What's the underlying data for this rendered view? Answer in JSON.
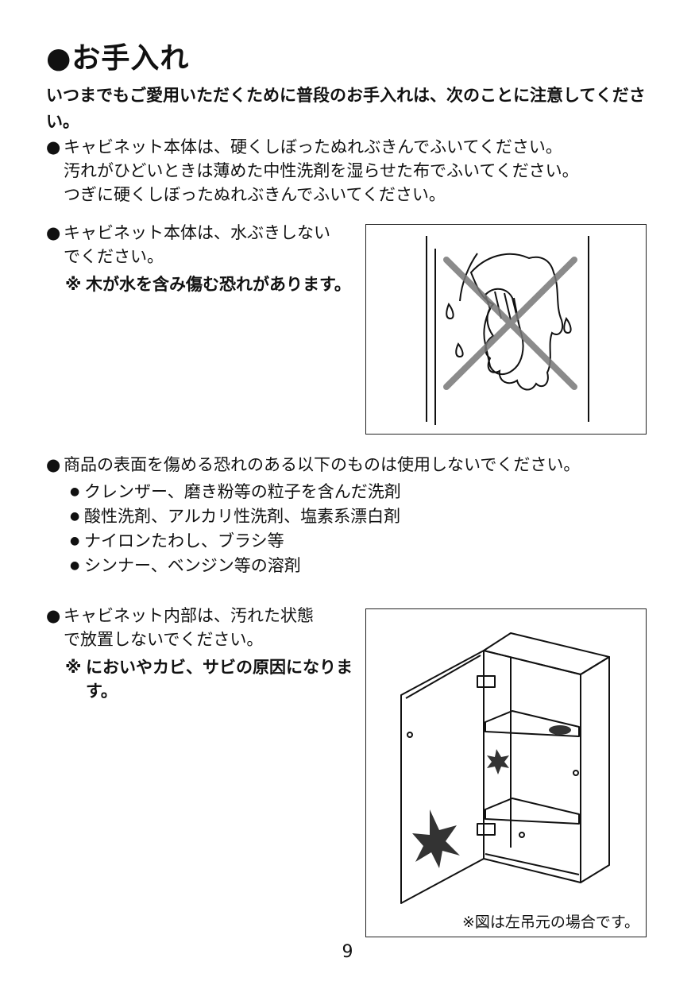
{
  "title": "●お手入れ",
  "intro": "いつまでもご愛用いただくために普段のお手入れは、次のことに注意してください。",
  "bullet_mark": "●",
  "items": [
    {
      "lines": [
        "キャビネット本体は、硬くしぼったぬれぶきんでふいてください。",
        "汚れがひどいときは薄めた中性洗剤を湿らせた布でふいてください。",
        "つぎに硬くしぼったぬれぶきんでふいてください。"
      ]
    },
    {
      "lines": [
        "キャビネット本体は、水ぶきしない",
        "でください。"
      ],
      "note_mark": "※",
      "note": "木が水を含み傷む恐れがあります。"
    },
    {
      "lines": [
        "商品の表面を傷める恐れのある以下のものは使用しないでください。"
      ],
      "sub_mark": "●",
      "subitems": [
        "クレンザー、磨き粉等の粒子を含んだ洗剤",
        "酸性洗剤、アルカリ性洗剤、塩素系漂白剤",
        "ナイロンたわし、ブラシ等",
        "シンナー、ベンジン等の溶剤"
      ]
    },
    {
      "lines": [
        "キャビネット内部は、汚れた状態",
        "で放置しないでください。"
      ],
      "note_mark": "※",
      "note": "においやカビ、サビの原因になります。"
    }
  ],
  "figure2_caption": "※図は左吊元の場合です。",
  "page_number": "9"
}
